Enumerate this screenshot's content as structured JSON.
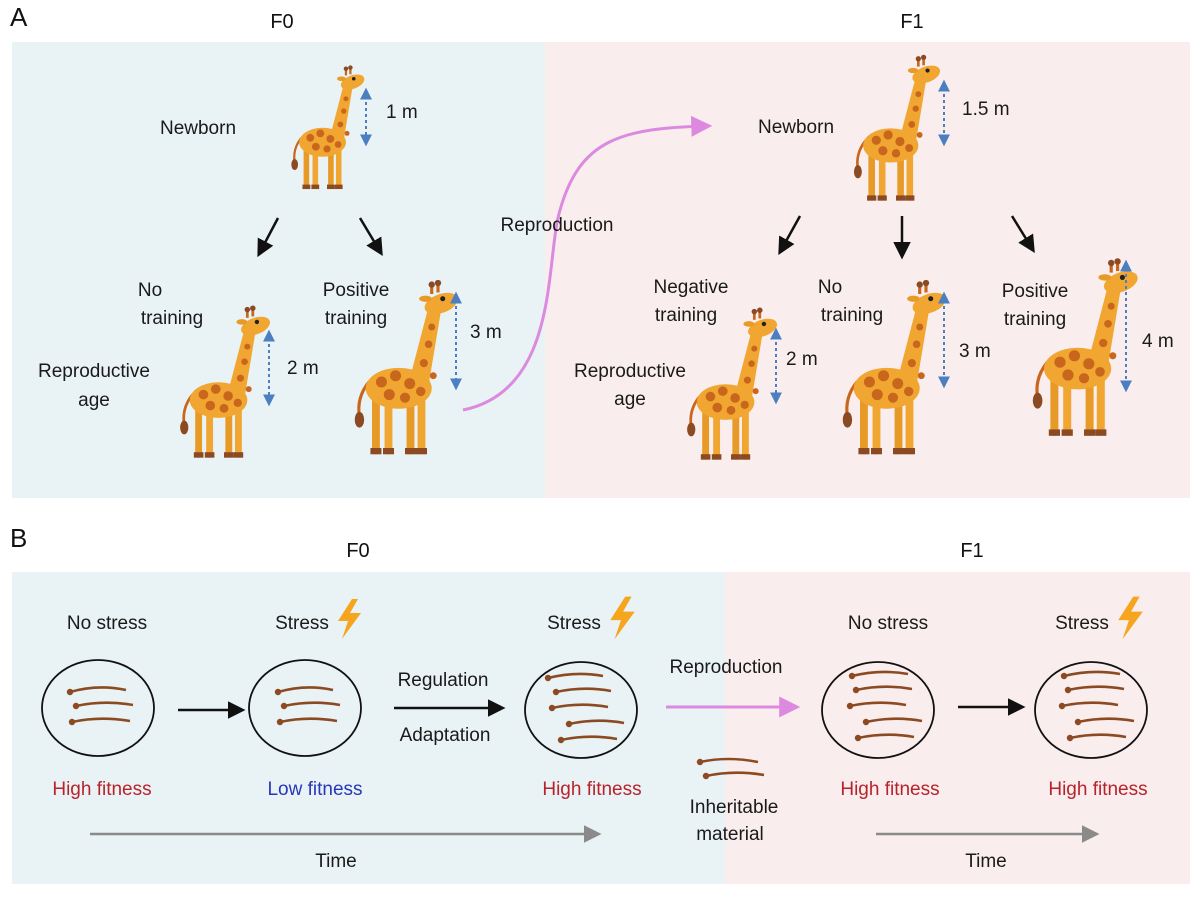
{
  "panel_a": {
    "letter": "A",
    "gen_left": "F0",
    "gen_right": "F1",
    "newborn_left": "Newborn",
    "newborn_left_height": "1 m",
    "newborn_right": "Newborn",
    "newborn_right_height": "1.5 m",
    "reproduction": "Reproduction",
    "repro_age_left": [
      "Reproductive",
      "age"
    ],
    "repro_age_right": [
      "Reproductive",
      "age"
    ],
    "f0_no_training": [
      "No",
      "training"
    ],
    "f0_no_training_height": "2 m",
    "f0_positive_training": [
      "Positive",
      "training"
    ],
    "f0_positive_training_height": "3 m",
    "f1_negative_training": [
      "Negative",
      "training"
    ],
    "f1_negative_training_height": "2 m",
    "f1_no_training": [
      "No",
      "training"
    ],
    "f1_no_training_height": "3 m",
    "f1_positive_training": [
      "Positive",
      "training"
    ],
    "f1_positive_training_height": "4 m"
  },
  "panel_b": {
    "letter": "B",
    "gen_left": "F0",
    "gen_right": "F1",
    "stage1_condition": "No stress",
    "stage1_fitness": "High fitness",
    "stage2_condition": "Stress",
    "stage2_fitness": "Low fitness",
    "regulation": "Regulation",
    "adaptation": "Adaptation",
    "stage3_condition": "Stress",
    "stage3_fitness": "High fitness",
    "reproduction": "Reproduction",
    "inheritable": [
      "Inheritable",
      "material"
    ],
    "stage4_condition": "No stress",
    "stage4_fitness": "High fitness",
    "stage5_condition": "Stress",
    "stage5_fitness": "High fitness",
    "time_left": "Time",
    "time_right": "Time"
  },
  "colors": {
    "f0_background": "#e9f2f5",
    "f1_background": "#f9eded",
    "reproduction_arrow": "#dc8ae0",
    "height_arrow": "#4a7fc1",
    "high_fitness": "#b8232b",
    "low_fitness": "#2737b8",
    "bolt": "#f6a51f",
    "strand": "#8b4a22",
    "giraffe_body": "#f0a630",
    "giraffe_spot": "#c7661c",
    "time_arrow": "#8a8a8a"
  }
}
